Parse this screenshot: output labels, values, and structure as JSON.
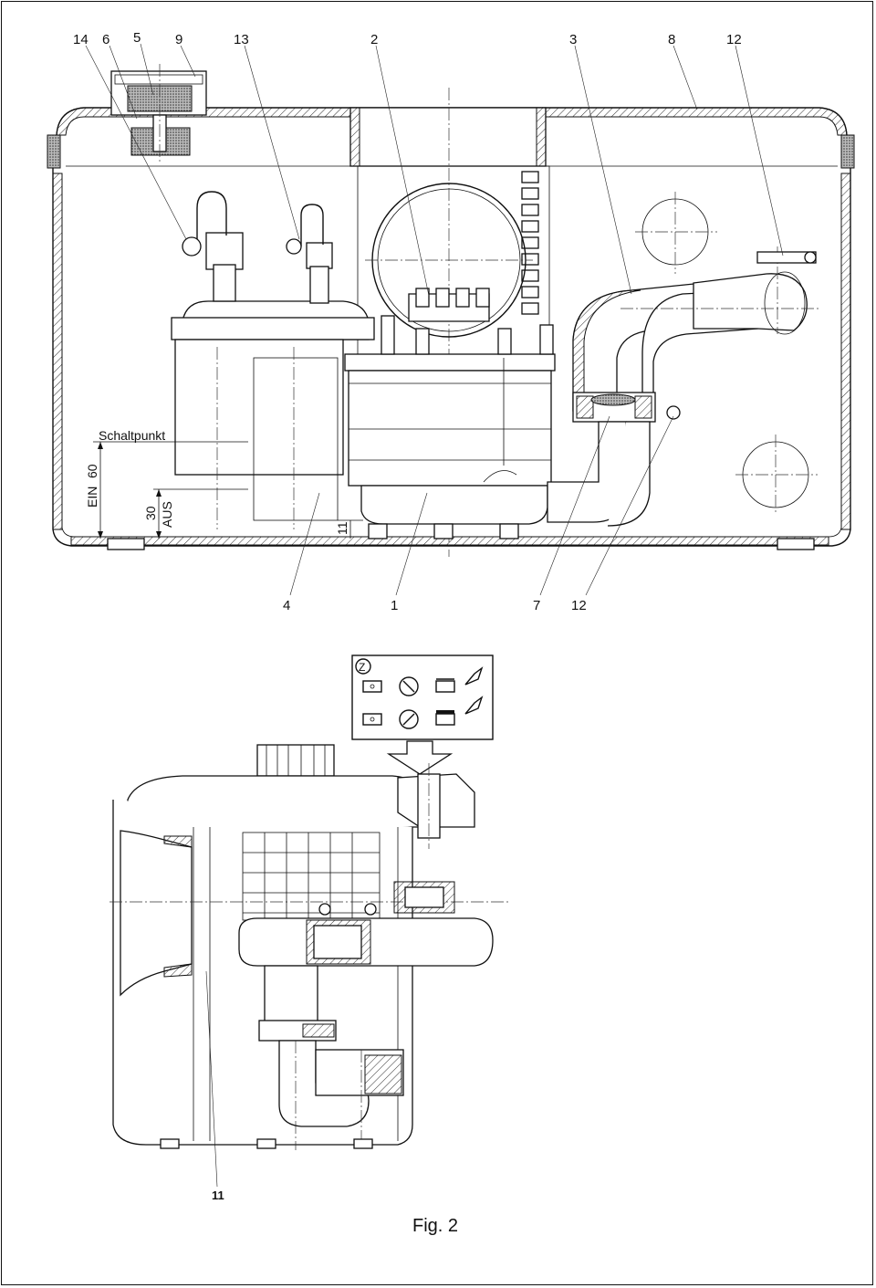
{
  "top_callouts": [
    "14",
    "6",
    "5",
    "9",
    "13",
    "2",
    "3",
    "8",
    "12"
  ],
  "bottom_callouts": [
    "4",
    "1",
    "7",
    "12"
  ],
  "dimensions": {
    "switch_point": "Schaltpunkt",
    "on_label": "EIN",
    "on_value": "60",
    "off_label": "AUS",
    "off_value": "30",
    "gap_value": "11"
  },
  "lower_view": {
    "detail_marker": "Z",
    "callout": "11"
  },
  "figure_label": "Fig. 2"
}
